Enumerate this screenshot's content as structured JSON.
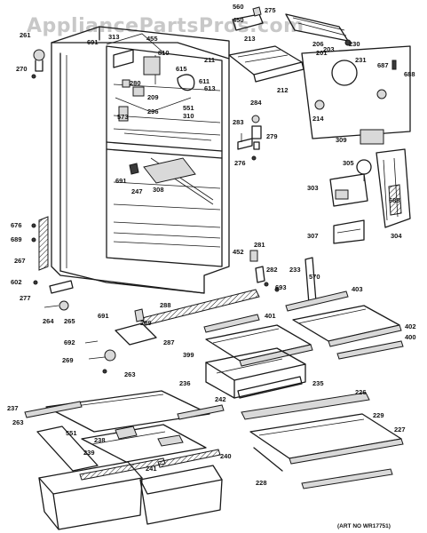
{
  "watermark": "AppliancePartsPros.com",
  "art_number": "(ART NO  WR17751)",
  "callouts": [
    "560",
    "275",
    "450",
    "213",
    "206",
    "230",
    "203",
    "231",
    "201",
    "687",
    "688",
    "261",
    "270",
    "691",
    "313",
    "455",
    "810",
    "615",
    "211",
    "611",
    "212",
    "280",
    "209",
    "613",
    "551",
    "573",
    "296",
    "310",
    "214",
    "284",
    "279",
    "283",
    "276",
    "305",
    "309",
    "303",
    "688b",
    "307",
    "304",
    "691b",
    "247",
    "308",
    "676",
    "689",
    "267",
    "452",
    "281",
    "282",
    "693",
    "233",
    "570",
    "602",
    "277",
    "264",
    "265",
    "288",
    "691c",
    "289",
    "287",
    "692",
    "269",
    "263",
    "403",
    "401",
    "402",
    "400",
    "399",
    "236",
    "235",
    "237",
    "242",
    "226",
    "229",
    "227",
    "263b",
    "551b",
    "238",
    "239",
    "241",
    "240",
    "228"
  ]
}
